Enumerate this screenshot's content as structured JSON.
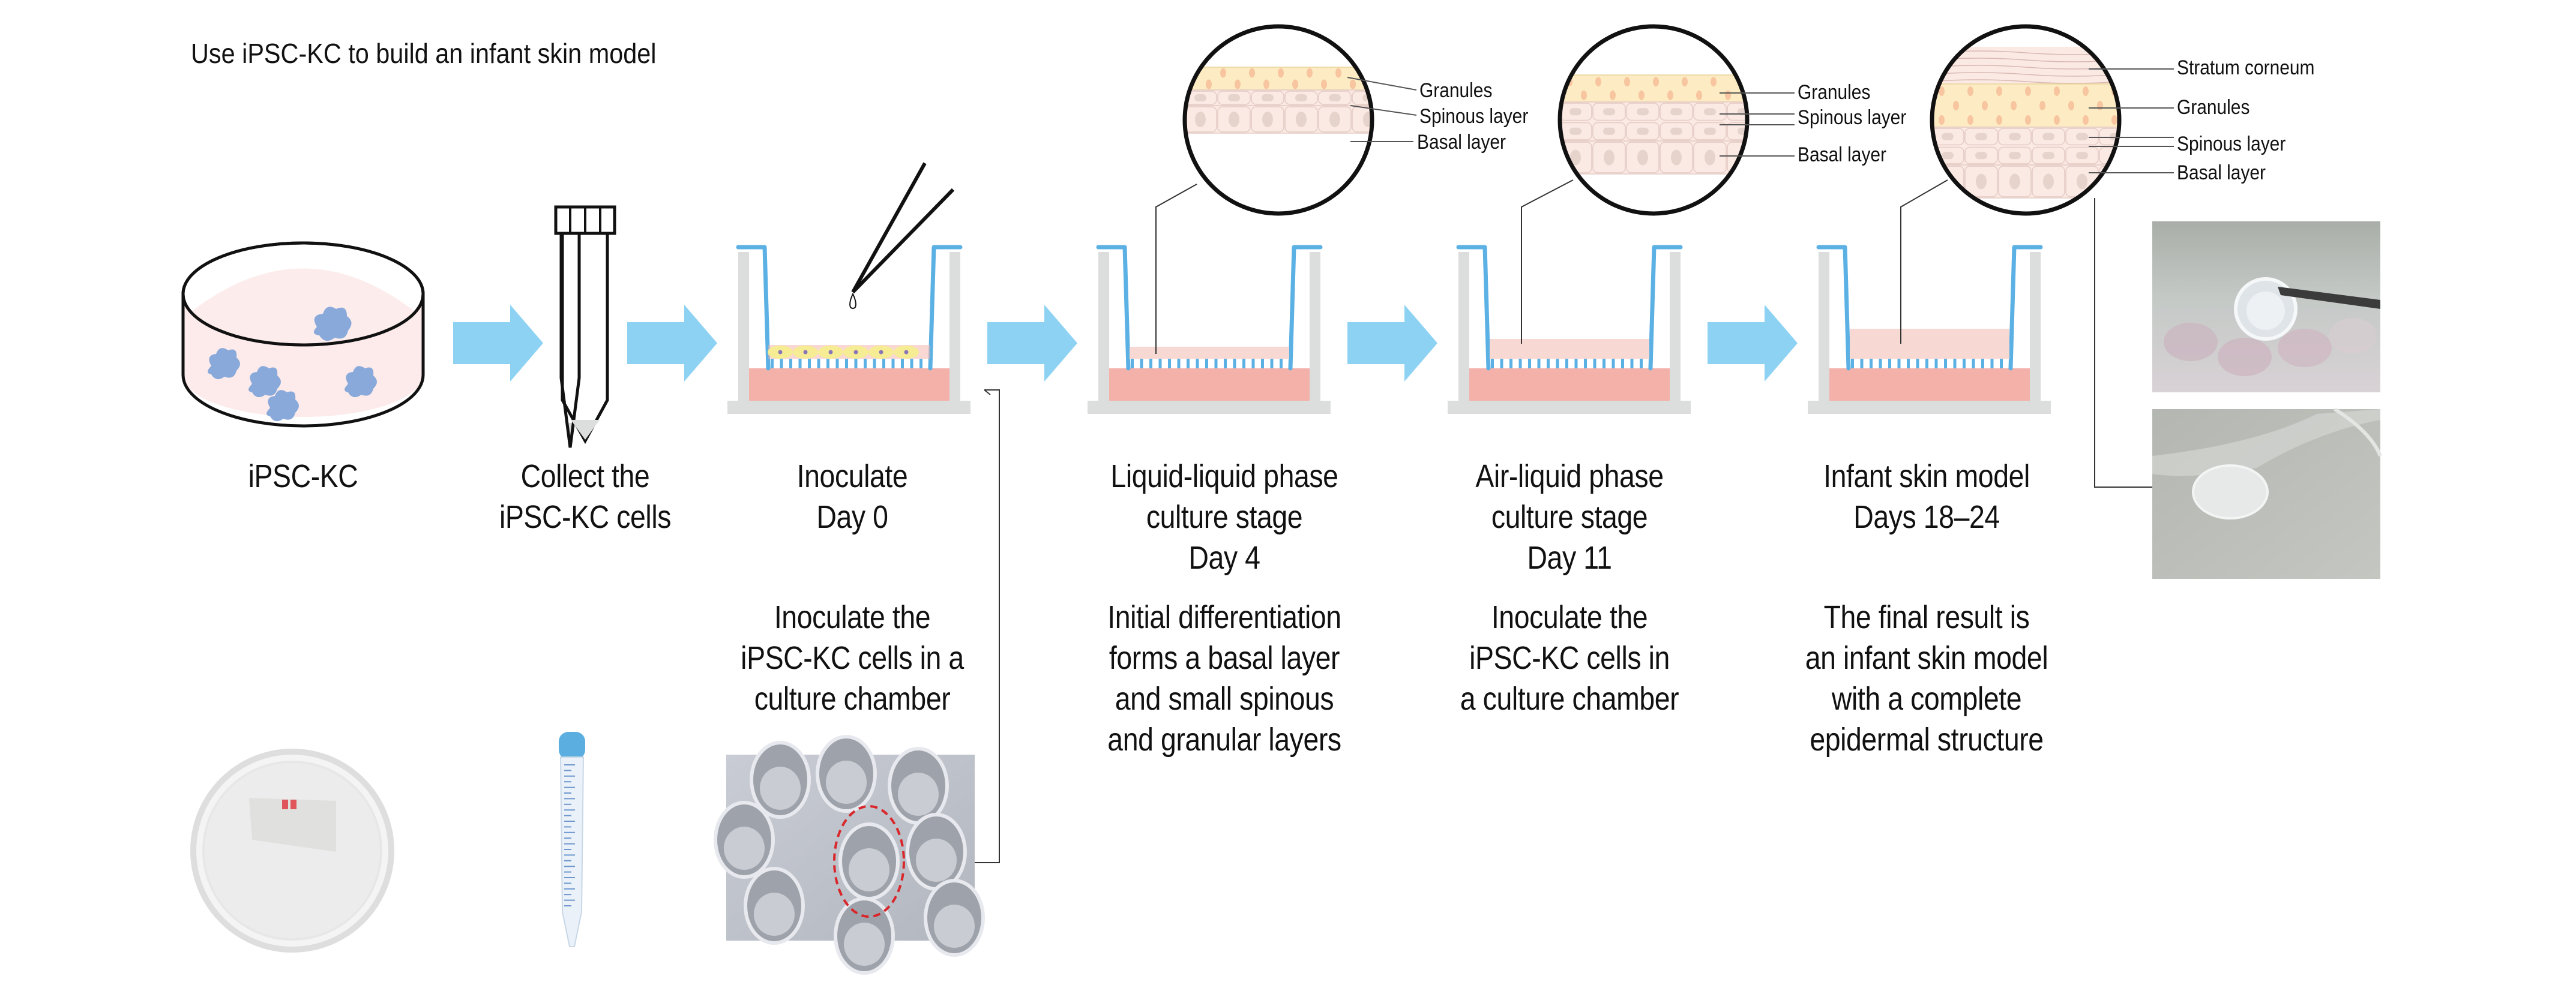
{
  "title": "Use iPSC-KC to build an infant skin model",
  "colors": {
    "arrow": "#8dd2f3",
    "insert_blue": "#5bb0e4",
    "chamber_gray": "#dcdddd",
    "medium_pink": "#f3b1aa",
    "tissue_light_pink": "#f8d8d3",
    "cell_yellow": "#f5ec93",
    "nucleus_purple": "#8a76b6",
    "dish_fill": "#fcebea",
    "colony_blue": "#89a9db",
    "granule_yellow": "#fdecc3",
    "corneum_pink": "#fbe9e4",
    "photo_gray": "#b9bcbb",
    "highlight_red": "#d9262a"
  },
  "steps": [
    {
      "id": "ipsc-kc",
      "label": "iPSC-KC",
      "description": ""
    },
    {
      "id": "collect",
      "label": "Collect the\niPSC-KC cells",
      "description": ""
    },
    {
      "id": "inoculate",
      "label": "Inoculate\nDay 0",
      "description": "Inoculate the\niPSC-KC cells in a\nculture chamber"
    },
    {
      "id": "liquid-liquid",
      "label": "Liquid-liquid phase\nculture stage\nDay 4",
      "description": "Initial differentiation\nforms a basal layer\nand small spinous\nand granular layers"
    },
    {
      "id": "air-liquid",
      "label": "Air-liquid phase\nculture stage\nDay 11",
      "description": "Inoculate the\niPSC-KC cells in\na culture chamber"
    },
    {
      "id": "infant-skin",
      "label": "Infant skin model\nDays 18–24",
      "description": "The final result is\nan infant skin model\nwith a complete\nepidermal structure"
    }
  ],
  "magnifiers": [
    {
      "stage": "Day 4",
      "labels": [
        "Granules",
        "Spinous layer",
        "Basal layer"
      ]
    },
    {
      "stage": "Day 11",
      "labels": [
        "Granules",
        "Spinous layer",
        "Basal layer"
      ]
    },
    {
      "stage": "Days 18–24",
      "labels": [
        "Stratum corneum",
        "Granules",
        "Spinous layer",
        "Basal layer"
      ]
    }
  ],
  "photos": [
    {
      "name": "culture-dish-photo",
      "depicts": "petri dish"
    },
    {
      "name": "centrifuge-tube-photo",
      "depicts": "conical tube with blue cap"
    },
    {
      "name": "culture-plate-photo",
      "depicts": "well plate with culture inserts, one circled in red"
    },
    {
      "name": "insert-forceps-photo",
      "depicts": "culture insert held with forceps"
    },
    {
      "name": "skin-model-photo",
      "depicts": "skin model disc on dish"
    }
  ]
}
